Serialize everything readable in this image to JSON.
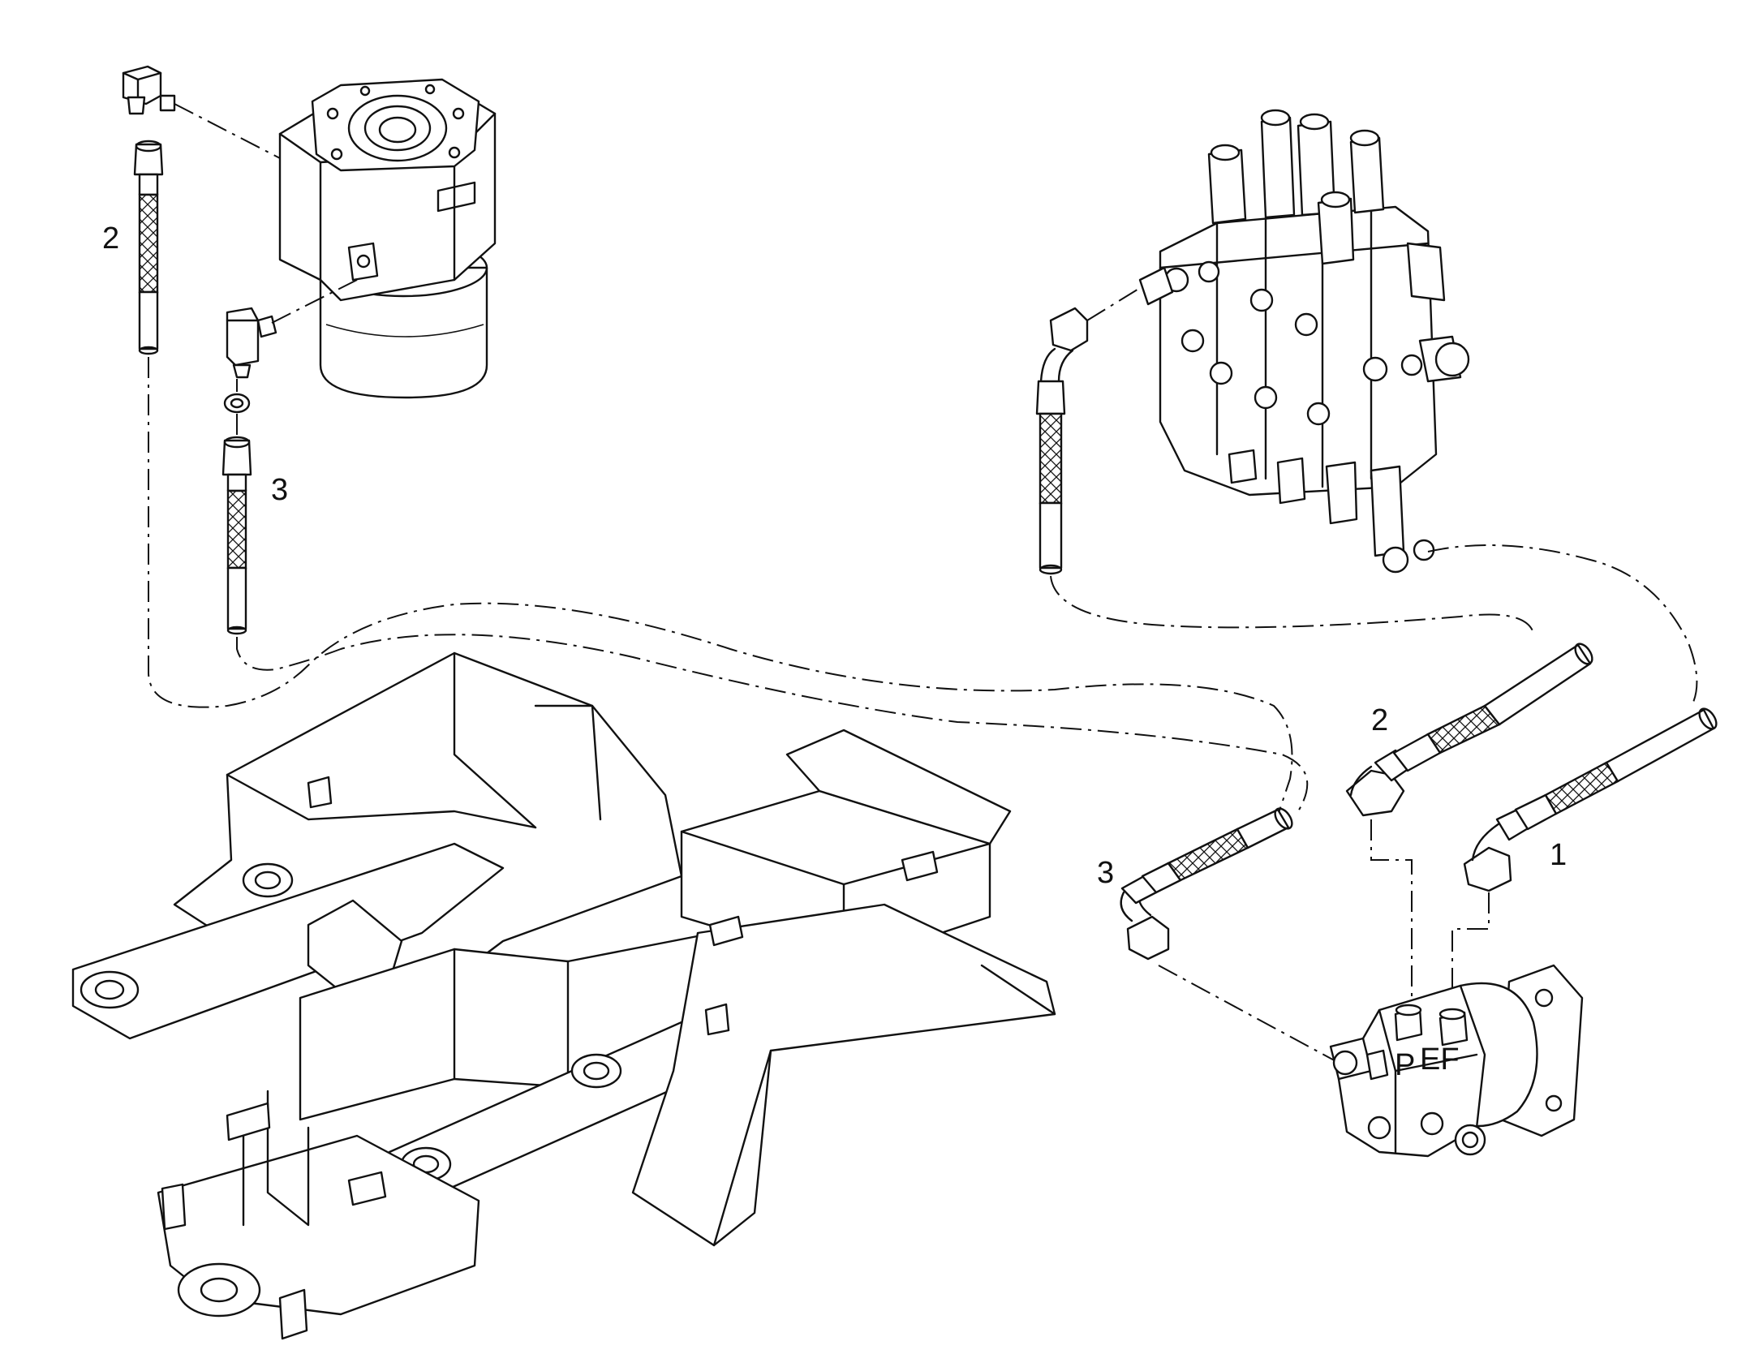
{
  "callouts": {
    "orbitrol_hose_2": "2",
    "orbitrol_hose_3": "3",
    "pump_hose_1": "1",
    "pump_hose_2": "2",
    "pump_hose_3": "3"
  },
  "pump_port_labels": {
    "p": "P",
    "ef": "EF"
  }
}
